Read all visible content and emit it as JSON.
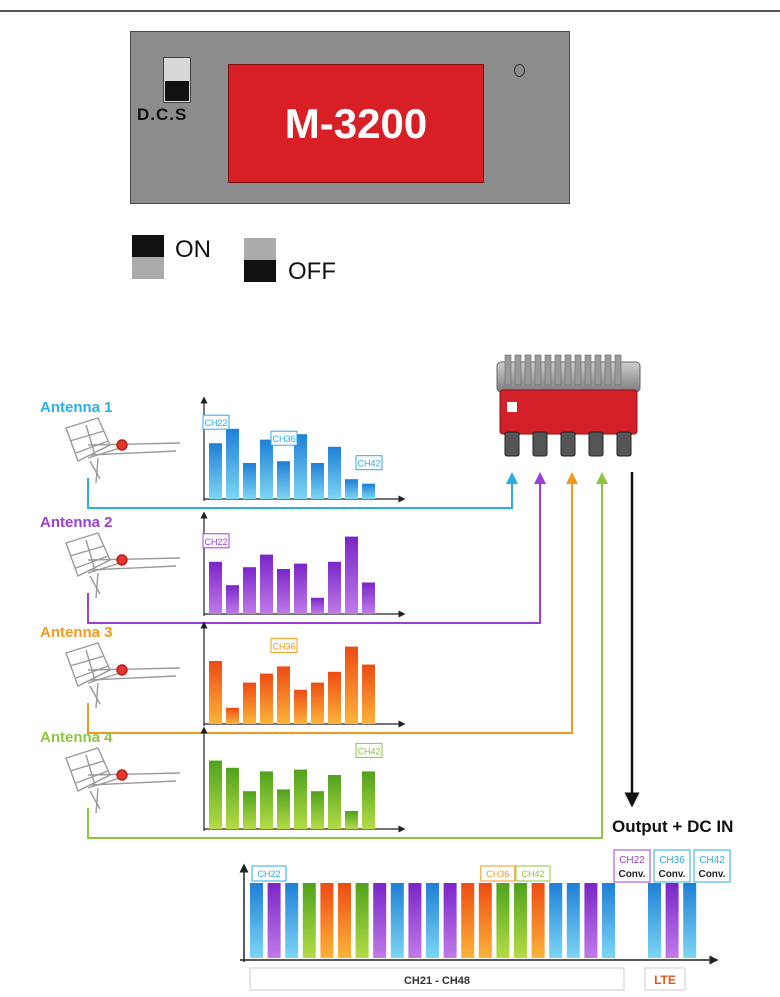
{
  "header": {
    "model": "M-3200",
    "dcs_label": "D.C.S"
  },
  "switch_legend": {
    "on_label": "ON",
    "off_label": "OFF"
  },
  "antennas": [
    {
      "label": "Antenna 1",
      "color": "#29aee6",
      "channel_tags": [
        "CH22",
        "CH36",
        "CH42"
      ]
    },
    {
      "label": "Antenna 2",
      "color": "#9b3fd9",
      "channel_tags": [
        "CH22"
      ]
    },
    {
      "label": "Antenna 3",
      "color": "#f39a1e",
      "channel_tags": [
        "CH36"
      ]
    },
    {
      "label": "Antenna 4",
      "color": "#8cc63f",
      "channel_tags": [
        "CH42"
      ]
    }
  ],
  "output_label": "Output + DC IN",
  "combined": {
    "tags": [
      "CH22",
      "CH36",
      "CH42"
    ],
    "conv_tags": [
      {
        "ch": "CH22",
        "conv": "Conv.",
        "color": "#9b3fd9"
      },
      {
        "ch": "CH36",
        "conv": "Conv.",
        "color": "#29aee6"
      },
      {
        "ch": "CH42",
        "conv": "Conv.",
        "color": "#29aee6"
      }
    ],
    "range_label": "CH21 - CH48",
    "lte_label": "LTE"
  },
  "colors": {
    "blue": "#29aee6",
    "purple": "#9b3fd9",
    "orange": "#f39a1e",
    "green": "#8cc63f",
    "red_panel": "#d81f26",
    "gray_panel": "#8c8c8c"
  },
  "chart_data": [
    {
      "type": "bar",
      "series": [
        {
          "name": "Antenna 1",
          "values": [
            0.62,
            0.78,
            0.4,
            0.66,
            0.42,
            0.72,
            0.4,
            0.58,
            0.22,
            0.17
          ]
        }
      ]
    },
    {
      "type": "bar",
      "series": [
        {
          "name": "Antenna 2",
          "values": [
            0.58,
            0.32,
            0.52,
            0.66,
            0.5,
            0.56,
            0.18,
            0.58,
            0.86,
            0.35
          ]
        }
      ]
    },
    {
      "type": "bar",
      "series": [
        {
          "name": "Antenna 3",
          "values": [
            0.7,
            0.18,
            0.46,
            0.56,
            0.64,
            0.38,
            0.46,
            0.58,
            0.86,
            0.66
          ]
        }
      ]
    },
    {
      "type": "bar",
      "series": [
        {
          "name": "Antenna 4",
          "values": [
            0.76,
            0.68,
            0.42,
            0.64,
            0.44,
            0.66,
            0.42,
            0.6,
            0.2,
            0.64
          ]
        }
      ]
    },
    {
      "type": "bar",
      "series": [
        {
          "name": "Combined",
          "values": [
            1,
            1,
            1,
            1,
            1,
            1,
            1,
            1,
            1,
            1,
            1,
            1,
            1,
            1,
            1,
            1,
            1,
            1,
            1,
            1,
            1,
            1,
            1,
            1
          ]
        }
      ],
      "colors": [
        "blue",
        "purple",
        "blue",
        "green",
        "orange",
        "orange",
        "green",
        "purple",
        "blue",
        "purple",
        "blue",
        "purple",
        "orange",
        "orange",
        "green",
        "green",
        "orange",
        "blue",
        "blue",
        "purple",
        "blue",
        "blue",
        "purple",
        "blue"
      ]
    }
  ]
}
